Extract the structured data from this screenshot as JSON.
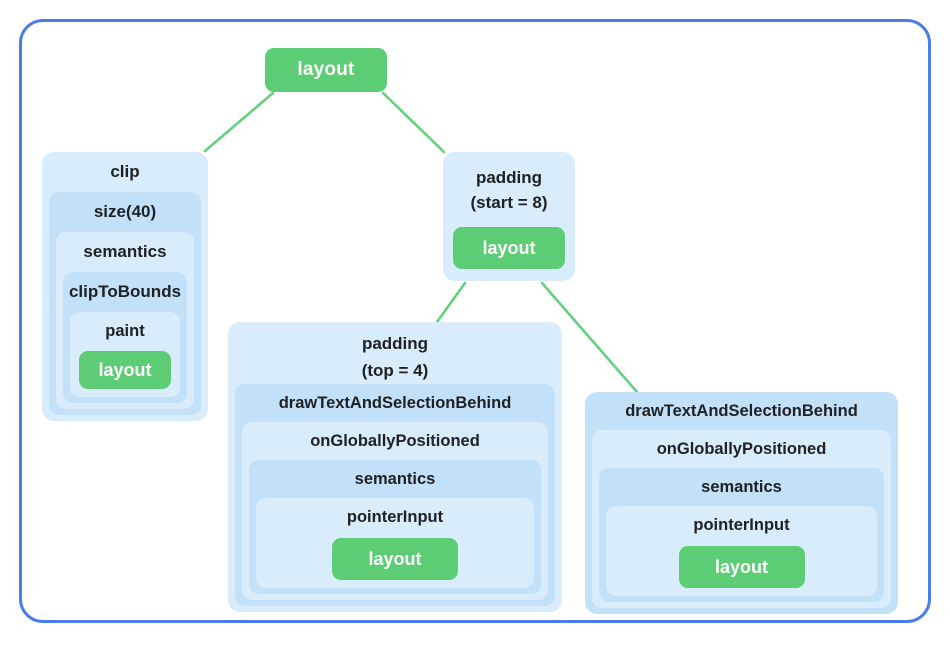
{
  "colors": {
    "frame_border": "#4a7de9",
    "box_light": "#d9ecfc",
    "box_dark": "#c2e1f8",
    "node_green": "#5dcd75",
    "connector_green": "#63d07e",
    "label_text": "#202124",
    "node_text": "#ffffff"
  },
  "root_node": {
    "label": "layout"
  },
  "clip_stack": {
    "levels": [
      {
        "label": "clip"
      },
      {
        "label": "size(40)"
      },
      {
        "label": "semantics"
      },
      {
        "label": "clipToBounds"
      },
      {
        "label": "paint"
      }
    ],
    "leaf_label": "layout"
  },
  "padding_start_node": {
    "label_line1": "padding",
    "label_line2": "(start = 8)",
    "leaf_label": "layout"
  },
  "padding_top_stack": {
    "label_line1": "padding",
    "label_line2": "(top = 4)",
    "levels": [
      {
        "label": "drawTextAndSelectionBehind"
      },
      {
        "label": "onGloballyPositioned"
      },
      {
        "label": "semantics"
      },
      {
        "label": "pointerInput"
      }
    ],
    "leaf_label": "layout"
  },
  "draw_text_stack": {
    "levels": [
      {
        "label": "drawTextAndSelectionBehind"
      },
      {
        "label": "onGloballyPositioned"
      },
      {
        "label": "semantics"
      },
      {
        "label": "pointerInput"
      }
    ],
    "leaf_label": "layout"
  }
}
